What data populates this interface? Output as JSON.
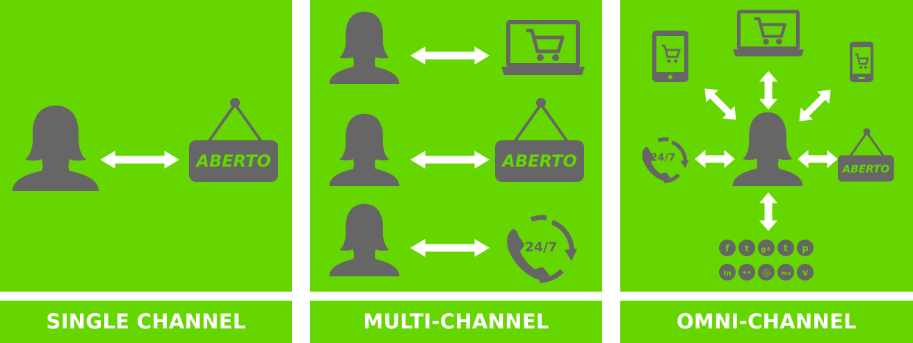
{
  "colors": {
    "background": "#66d600",
    "icon": "#666666",
    "arrow": "#ffffff",
    "label": "#ffffff"
  },
  "panels": [
    {
      "caption": "SINGLE CHANNEL",
      "channels": [
        {
          "icon": "open-sign-icon",
          "sign_text": "ABERTO"
        }
      ]
    },
    {
      "caption": "MULTI-CHANNEL",
      "channels": [
        {
          "icon": "laptop-cart-icon"
        },
        {
          "icon": "open-sign-icon",
          "sign_text": "ABERTO"
        },
        {
          "icon": "phone-247-icon",
          "phone_text": "24/7"
        }
      ]
    },
    {
      "caption": "OMNI-CHANNEL",
      "channels": [
        {
          "icon": "tablet-cart-icon"
        },
        {
          "icon": "laptop-cart-icon"
        },
        {
          "icon": "smartphone-cart-icon"
        },
        {
          "icon": "phone-247-icon",
          "phone_text": "24/7"
        },
        {
          "icon": "open-sign-icon",
          "sign_text": "ABERTO"
        },
        {
          "icon": "social-media-icons",
          "social_row1": [
            "f",
            "t",
            "g+",
            "t",
            "p"
          ],
          "social_row2": [
            "in",
            "••",
            "◎",
            "You",
            "v"
          ]
        }
      ]
    }
  ]
}
